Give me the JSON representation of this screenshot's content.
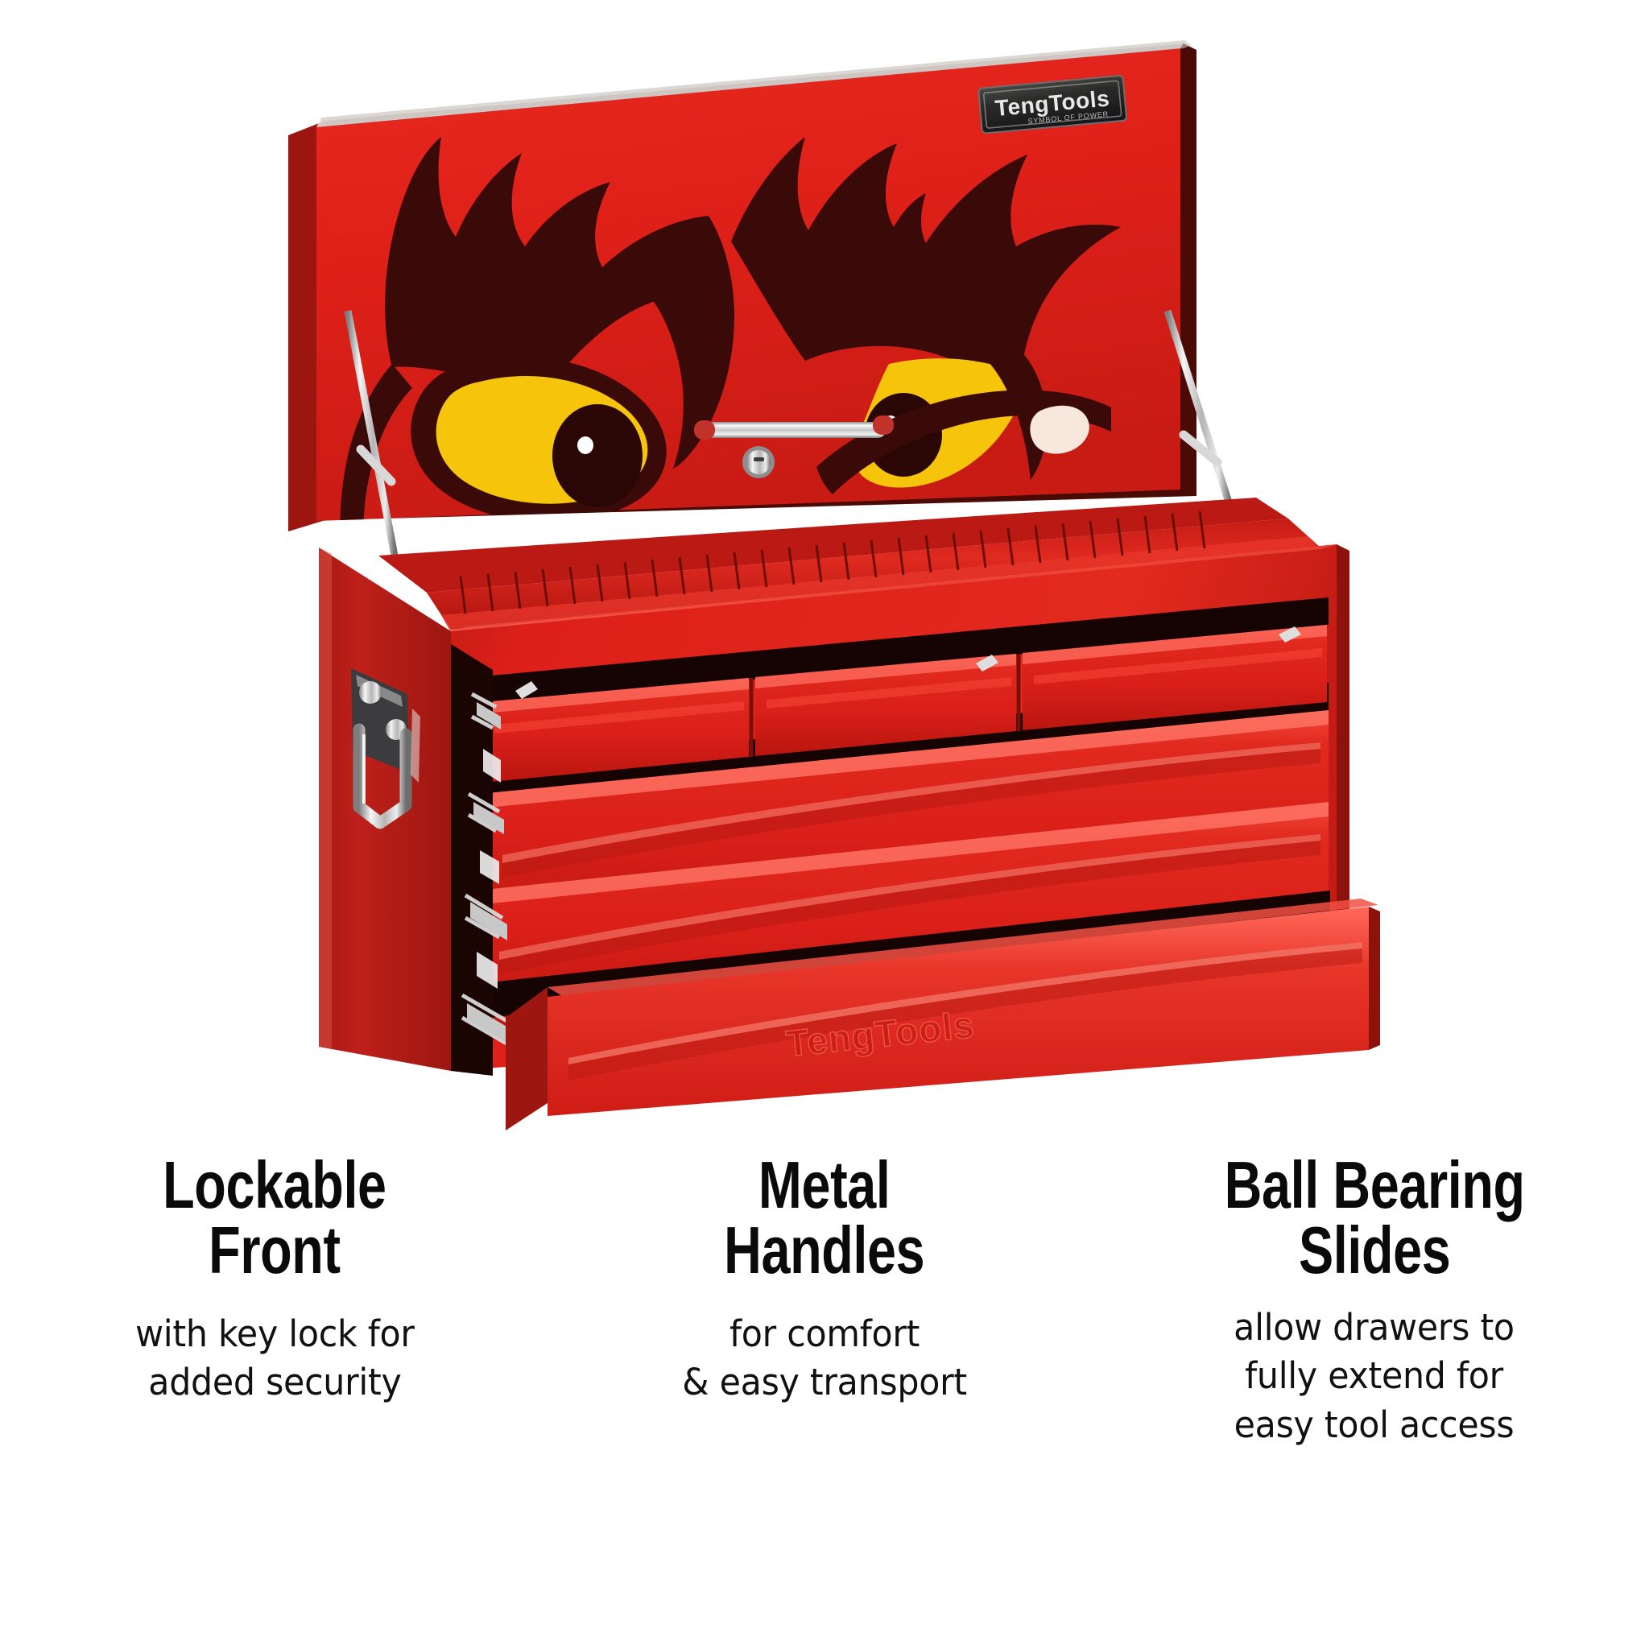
{
  "product": {
    "name": "teng-tools-tool-chest",
    "brand_plate": {
      "brand": "TengTools",
      "tagline": "SYMBOL OF POWER"
    },
    "drawer_emboss_text": "TengTools",
    "colors": {
      "body_red": "#DE2019",
      "lid_red": "#DF2018",
      "side_red": "#B8201A",
      "shadow_red": "#A4170F",
      "dark_red": "#8E120C",
      "brow_dark": "#3B0B09",
      "brow_dark2": "#2E0705",
      "eye_yellow": "#F5C40B",
      "eye_yellow2": "#EDBC00",
      "pupil": "#2A0604",
      "highlight_white": "#FFFFFF",
      "cheek_highlight": "#F7E7DC",
      "chrome_light": "#F2F2F2",
      "chrome_mid": "#BFBFBF",
      "chrome_dark": "#6E6E6E",
      "plate_dark": "#2A2A2A",
      "gap_black": "#110302",
      "background": "#FFFFFF"
    },
    "parts": [
      "lid",
      "face-graphic",
      "lid-handle",
      "key-lock",
      "lid-stay-left",
      "lid-stay-right",
      "top-tray",
      "tray-dividers",
      "side-carry-handle",
      "drawer-small-left",
      "drawer-small-center",
      "drawer-small-right",
      "drawer-wide-upper",
      "drawer-wide-middle",
      "drawer-wide-lower",
      "drawer-bottom-open",
      "ball-bearing-slides"
    ]
  },
  "features": [
    {
      "id": "lockable-front",
      "title": "Lockable\nFront",
      "body": "with key lock for\nadded security"
    },
    {
      "id": "metal-handles",
      "title": "Metal\nHandles",
      "body": "for comfort\n& easy transport"
    },
    {
      "id": "ball-bearing-slides",
      "title": "Ball Bearing\nSlides",
      "body": "allow drawers to\nfully extend for\neasy tool access"
    }
  ]
}
